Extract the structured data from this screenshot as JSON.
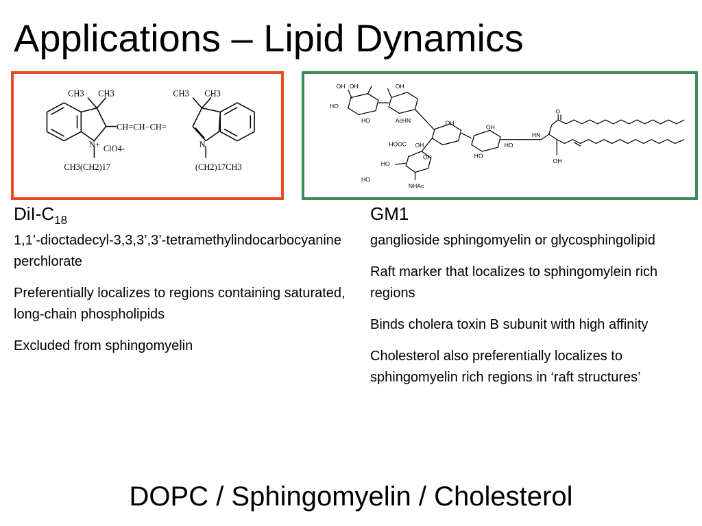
{
  "slide": {
    "title": "Applications – Lipid Dynamics",
    "footer": "DOPC / Sphingomyelin / Cholesterol"
  },
  "dil": {
    "name_main": "DiI-C",
    "name_sub": "18",
    "paragraphs": [
      "1,1’-dioctadecyl-3,3,3’,3’-tetramethylindocarbocyanine perchlorate",
      "Preferentially localizes to regions containing saturated, long-chain phospholipids",
      "Excluded from sphingomyelin"
    ],
    "structure": {
      "ch3_a": "CH3",
      "ch3_b": "CH3",
      "ch3_c": "CH3",
      "ch3_d": "CH3",
      "bridge": "CH=CH−CH=",
      "n_plus": "N+",
      "n_right": "N",
      "counterion": "ClO4-",
      "chain_left": "CH3(CH2)17",
      "chain_right": "(CH2)17CH3"
    },
    "box_color": "#e8491d"
  },
  "gm1": {
    "name": "GM1",
    "paragraphs": [
      "ganglioside sphingomyelin or glycosphingolipid",
      "Raft marker that localizes to sphingomylein rich regions",
      "Binds cholera toxin B subunit with high affinity",
      "Cholesterol also preferentially localizes to sphingomyelin rich regions in ‘raft structures’"
    ],
    "structure_labels": [
      "OH",
      "OH",
      "HO",
      "HO",
      "OH",
      "AcHN",
      "OH",
      "HOOC",
      "OH",
      "OH",
      "HO",
      "HO",
      "HO",
      "HO",
      "OH",
      "NHAc",
      "HN",
      "O",
      "OH"
    ],
    "box_color": "#3b8a5b"
  }
}
